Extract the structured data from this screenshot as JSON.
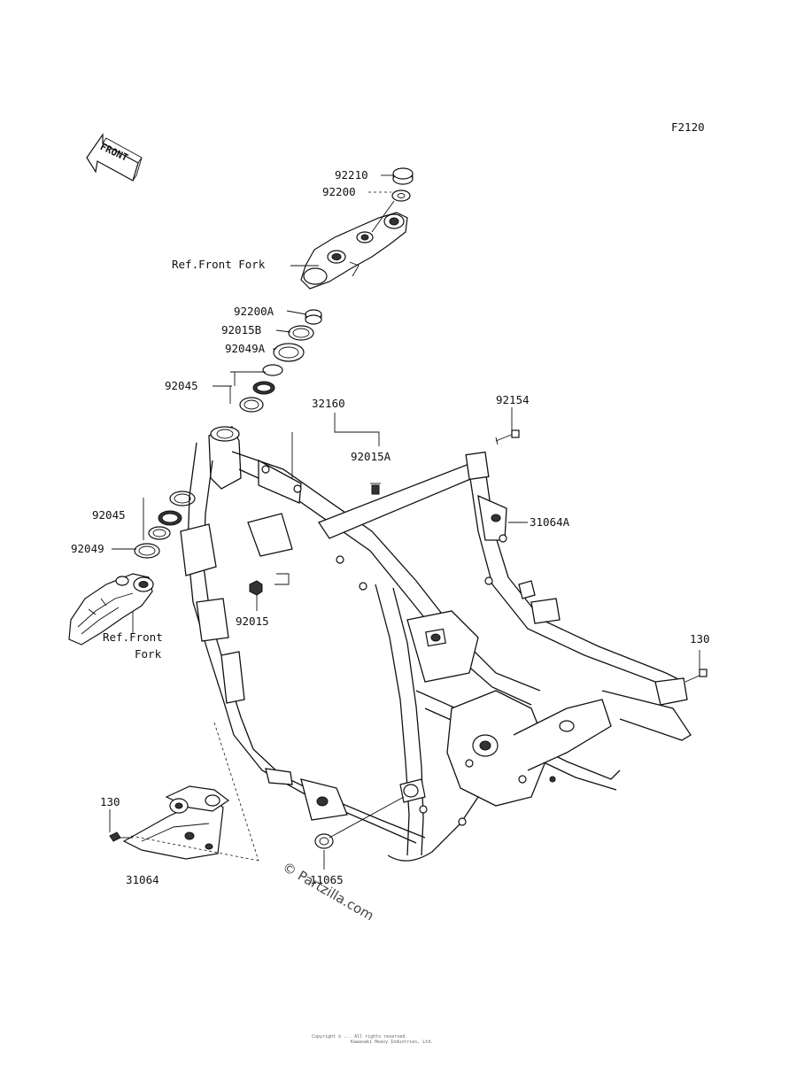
{
  "figure_code": "F2120",
  "front_arrow": {
    "label": "FRONT",
    "icon": "front-direction-arrow-icon"
  },
  "callouts": {
    "c92210": "92210",
    "c92200": "92200",
    "ref_front_fork_top": "Ref.Front Fork",
    "c92200A": "92200A",
    "c92015B": "92015B",
    "c92049A": "92049A",
    "c92045_top": "92045",
    "c32160": "32160",
    "c92154": "92154",
    "c92015A": "92015A",
    "c31064A": "31064A",
    "c92045_low": "92045",
    "c92049": "92049",
    "c92015": "92015",
    "ref_front_fork_low_1": "Ref.Front",
    "ref_front_fork_low_2": "Fork",
    "c130_right": "130",
    "c130_left": "130",
    "c31064": "31064",
    "c11065": "11065"
  },
  "watermark": "© Partzilla.com",
  "footer_line_1": "Copyright © ... All rights reserved.",
  "footer_line_2": "Kawasaki Heavy Industries, Ltd."
}
